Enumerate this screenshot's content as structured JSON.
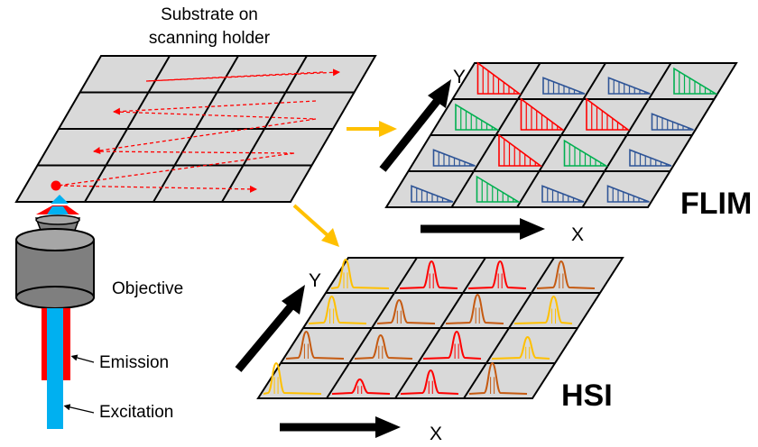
{
  "labels": {
    "substrate_line1": "Substrate on",
    "substrate_line2": "scanning holder",
    "objective": "Objective",
    "emission": "Emission",
    "excitation": "Excitation",
    "flim": "FLIM",
    "hsi": "HSI",
    "flim_x": "X",
    "flim_y": "Y",
    "hsi_x": "X",
    "hsi_y": "Y"
  },
  "colors": {
    "grid_fill": "#d9d9d9",
    "grid_line": "#000000",
    "scan_path": "#ff0000",
    "flow_arrow": "#ffc000",
    "axis_arrow": "#000000",
    "emission": "#ff0000",
    "excitation": "#00b0f0",
    "flim_red": "#ff0000",
    "flim_blue": "#2f5597",
    "flim_green": "#00b050",
    "hsi_red": "#ff0000",
    "hsi_orange": "#c55a11",
    "hsi_yellow": "#ffc000"
  },
  "flim_grid": [
    [
      "red",
      "blue",
      "blue",
      "green"
    ],
    [
      "green",
      "red",
      "red",
      "blue"
    ],
    [
      "blue",
      "red",
      "green",
      "blue"
    ],
    [
      "blue",
      "green",
      "blue",
      "blue"
    ]
  ],
  "hsi_grid": [
    [
      "yellow",
      "red",
      "red",
      "orange"
    ],
    [
      "yellow",
      "orange",
      "orange",
      "yellow"
    ],
    [
      "orange",
      "orange",
      "red",
      "yellow"
    ],
    [
      "yellow",
      "red",
      "red",
      "orange"
    ]
  ],
  "icons": [
    "objective-lens-icon",
    "emission-beam-icon",
    "excitation-beam-icon",
    "decay-histogram-icon",
    "spectrum-peak-icon"
  ]
}
